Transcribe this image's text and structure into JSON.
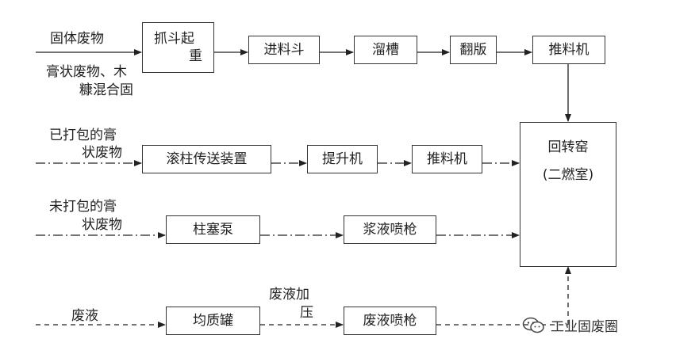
{
  "inputs": {
    "solid_waste": "固体废物",
    "paste_wood_1": "膏状废物、木",
    "paste_wood_2": "糠混合固",
    "packed_1": "已打包的膏",
    "packed_2": "状废物",
    "unpacked_1": "未打包的膏",
    "unpacked_2": "状废物",
    "waste_liquid": "废液"
  },
  "boxes": {
    "grab_crane_1": "抓斗起",
    "grab_crane_2": "重",
    "feed_hopper": "进料斗",
    "chute": "溜槽",
    "flip_plate": "翻版",
    "pusher_top": "推料机",
    "roller_conveyor": "滚柱传送装置",
    "elevator": "提升机",
    "pusher_mid": "推料机",
    "plunger_pump": "柱塞泵",
    "slurry_gun": "浆液喷枪",
    "homogenizer": "均质罐",
    "liquid_gun": "废液喷枪",
    "kiln_1": "回转窑",
    "kiln_2": "(二燃室)"
  },
  "pressurize": {
    "line1": "废液加",
    "line2": "压"
  },
  "watermark": {
    "text": "工业固废圈",
    "icon": "wechat-icon"
  }
}
